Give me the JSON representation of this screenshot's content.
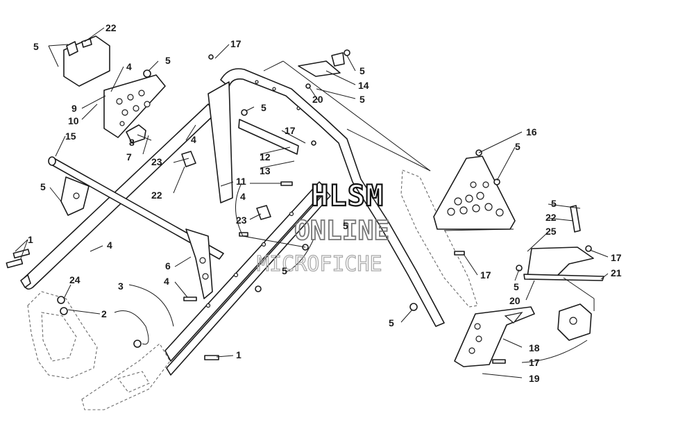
{
  "watermark": {
    "line1": "HLSM",
    "line2": "ONLINE",
    "line3": "MICROFICHE"
  },
  "callouts": {
    "c1a": "1",
    "c1b": "1",
    "c2": "2",
    "c3": "3",
    "c4a": "4",
    "c4b": "4",
    "c4c": "4",
    "c4d": "4",
    "c5a": "5",
    "c5b": "5",
    "c5c": "5",
    "c5d": "5",
    "c5e": "5",
    "c5f": "5",
    "c5g": "5",
    "c5h": "5",
    "c5i": "5",
    "c5j": "5",
    "c5k": "5",
    "c6": "6",
    "c7": "7",
    "c8": "8",
    "c9": "9",
    "c10": "10",
    "c11": "11",
    "c12": "12",
    "c13": "13",
    "c14": "14",
    "c15": "15",
    "c16": "16",
    "c17a": "17",
    "c17b": "17",
    "c17c": "17",
    "c17d": "17",
    "c17e": "17",
    "c18": "18",
    "c19": "19",
    "c20a": "20",
    "c20b": "20",
    "c21": "21",
    "c22a": "22",
    "c22b": "22",
    "c22c": "22",
    "c23a": "23",
    "c23b": "23",
    "c24": "24",
    "c25": "25"
  }
}
